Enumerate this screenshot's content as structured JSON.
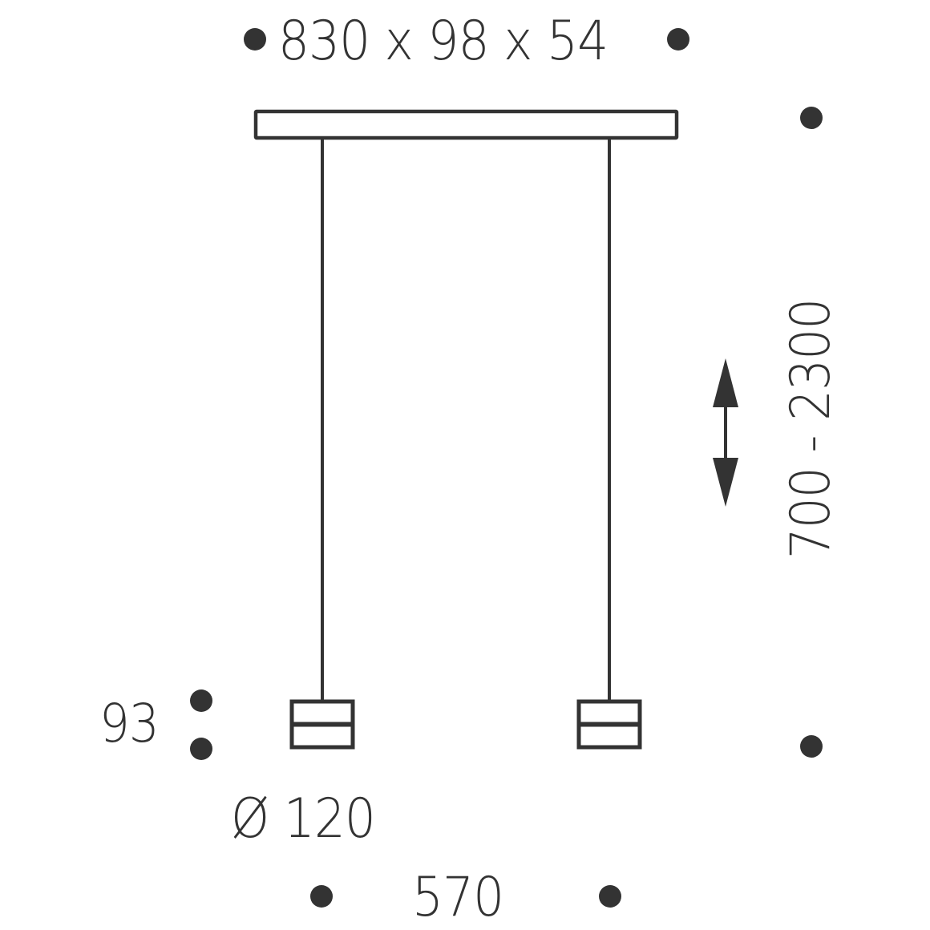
{
  "diagram": {
    "type": "technical dimension drawing",
    "subject": "two-light linear pendant lamp",
    "colors": {
      "stroke": "#333333",
      "background": "#ffffff"
    },
    "labels": {
      "overall_dimensions": "830 x 98 x 54",
      "suspension_height_range": "700 - 2300",
      "head_height": "93",
      "head_diameter": "Ø 120",
      "head_spacing": "570"
    },
    "dimensions": {
      "canopy_length": 830,
      "canopy_depth": 98,
      "canopy_height": 54,
      "suspension_min": 700,
      "suspension_max": 2300,
      "head_height": 93,
      "head_diameter": 120,
      "head_spacing": 570
    },
    "icons": {
      "adjustable": "double-arrow-vertical-icon",
      "marker": "dimension-dot-icon"
    }
  }
}
